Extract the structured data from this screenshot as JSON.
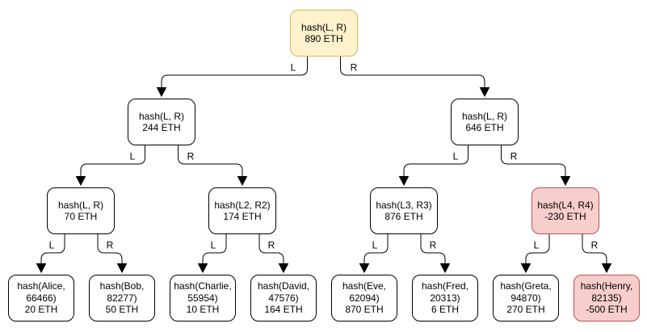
{
  "diagram": {
    "type": "merkle-sum-tree",
    "colors": {
      "root_fill": "#fff2cc",
      "root_border": "#d6b656",
      "negative_fill": "#f8cecc",
      "negative_border": "#b85450",
      "node_fill": "#ffffff",
      "node_border": "#000000",
      "edge_color": "#000000"
    },
    "nodes": [
      {
        "label": "hash(L, R)",
        "value": "890 ETH",
        "variant": "yellow"
      },
      {
        "label": "hash(L, R)",
        "value": "244 ETH",
        "variant": "white"
      },
      {
        "label": "hash(L, R)",
        "value": "646 ETH",
        "variant": "white"
      },
      {
        "label": "hash(L, R)",
        "value": "70 ETH",
        "variant": "white"
      },
      {
        "label": "hash(L2, R2)",
        "value": "174 ETH",
        "variant": "white"
      },
      {
        "label": "hash(L3, R3)",
        "value": "876 ETH",
        "variant": "white"
      },
      {
        "label": "hash(L4, R4)",
        "value": "-230 ETH",
        "variant": "red"
      },
      {
        "label": "hash(Alice, 66466)",
        "value": "20 ETH",
        "variant": "white"
      },
      {
        "label": "hash(Bob, 82277)",
        "value": "50 ETH",
        "variant": "white"
      },
      {
        "label": "hash(Charlie, 55954)",
        "value": "10 ETH",
        "variant": "white"
      },
      {
        "label": "hash(David, 47576)",
        "value": "164 ETH",
        "variant": "white"
      },
      {
        "label": "hash(Eve, 62094)",
        "value": "870 ETH",
        "variant": "white"
      },
      {
        "label": "hash(Fred, 20313)",
        "value": "6 ETH",
        "variant": "white"
      },
      {
        "label": "hash(Greta, 94870)",
        "value": "270 ETH",
        "variant": "white"
      },
      {
        "label": "hash(Henry, 82135)",
        "value": "-500 ETH",
        "variant": "red"
      }
    ],
    "edges": [
      {
        "label": "L"
      },
      {
        "label": "R"
      },
      {
        "label": "L"
      },
      {
        "label": "R"
      },
      {
        "label": "L"
      },
      {
        "label": "R"
      },
      {
        "label": "L"
      },
      {
        "label": "R"
      },
      {
        "label": "L"
      },
      {
        "label": "R"
      },
      {
        "label": "L"
      },
      {
        "label": "R"
      },
      {
        "label": "L"
      },
      {
        "label": "R"
      }
    ]
  }
}
